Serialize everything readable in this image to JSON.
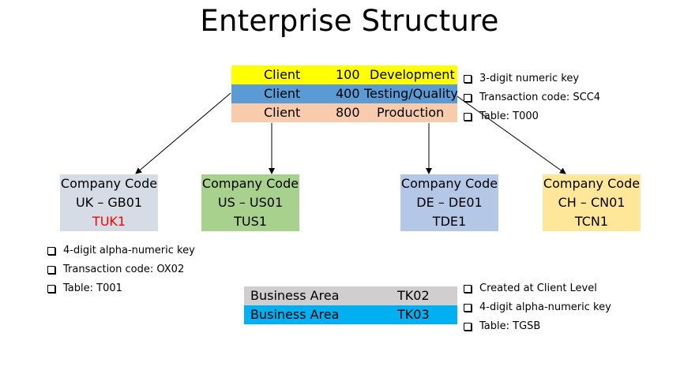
{
  "title": "Enterprise Structure",
  "clients": [
    {
      "label": "Client",
      "number": "100",
      "name": "Development",
      "color": "#ffff00"
    },
    {
      "label": "Client",
      "number": "400",
      "name": "Testing/Quality",
      "color": "#5b9bd5"
    },
    {
      "label": "Client",
      "number": "800",
      "name": "Production",
      "color": "#f8cbad"
    }
  ],
  "client_notes": [
    "3-digit numeric key",
    "Transaction code: SCC4",
    "Table: T000"
  ],
  "company_codes": [
    {
      "title": "Company Code",
      "country": "UK – GB01",
      "code": "TUK1",
      "bg": "#d6dce5",
      "code_color": "#ff0000"
    },
    {
      "title": "Company Code",
      "country": "US – US01",
      "code": "TUS1",
      "bg": "#a9d18e",
      "code_color": "#000000"
    },
    {
      "title": "Company Code",
      "country": "DE – DE01",
      "code": "TDE1",
      "bg": "#b4c7e7",
      "code_color": "#000000"
    },
    {
      "title": "Company Code",
      "country": "CH – CN01",
      "code": "TCN1",
      "bg": "#ffe699",
      "code_color": "#000000"
    }
  ],
  "company_code_notes": [
    "4-digit alpha-numeric key",
    "Transaction code: OX02",
    "Table: T001"
  ],
  "business_areas": [
    {
      "label": "Business Area",
      "code": "TK02",
      "color": "#d0cece"
    },
    {
      "label": "Business Area",
      "code": "TK03",
      "color": "#00b0f0"
    }
  ],
  "business_area_notes": [
    "Created at Client Level",
    "4-digit alpha-numeric key",
    "Table: TGSB"
  ]
}
